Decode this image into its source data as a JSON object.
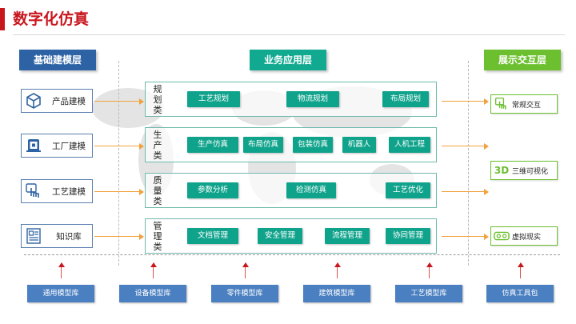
{
  "title": "数字化仿真",
  "headers": {
    "left": "基础建模层",
    "middle": "业务应用层",
    "right": "展示交互层"
  },
  "left_items": [
    {
      "label": "产品建模",
      "icon": "cube-icon"
    },
    {
      "label": "工厂建模",
      "icon": "factory-icon"
    },
    {
      "label": "工艺建模",
      "icon": "touch-hand-icon"
    },
    {
      "label": "知识库",
      "icon": "document-icon"
    }
  ],
  "rows": [
    {
      "category": [
        "规",
        "划",
        "类"
      ],
      "items": [
        "工艺规划",
        "物流规划",
        "布局规划"
      ]
    },
    {
      "category": [
        "生",
        "产",
        "类"
      ],
      "items": [
        "生产仿真",
        "布局仿真",
        "包装仿真",
        "机器人",
        "人机工程"
      ]
    },
    {
      "category": [
        "质",
        "量",
        "类"
      ],
      "items": [
        "参数分析",
        "检测仿真",
        "工艺优化"
      ]
    },
    {
      "category": [
        "管",
        "理",
        "类"
      ],
      "items": [
        "文档管理",
        "安全管理",
        "流程管理",
        "协同管理"
      ]
    }
  ],
  "right_items": [
    {
      "label": "常规交互",
      "icon": "touch-hand-icon"
    },
    {
      "label": "三维可视化",
      "icon": "3d-icon",
      "icon_text": "3D"
    },
    {
      "label": "虚拟现实",
      "icon": "vr-goggles-icon"
    }
  ],
  "bottom_items": [
    "通用模型库",
    "设备模型库",
    "零件模型库",
    "建筑模型库",
    "工艺模型库",
    "仿真工具包"
  ],
  "colors": {
    "title_red": "#c8161d",
    "blue": "#2d63a4",
    "teal": "#12a991",
    "green": "#6cbf2e",
    "orange": "#f2a13c",
    "light_blue": "#4a7fc1"
  }
}
